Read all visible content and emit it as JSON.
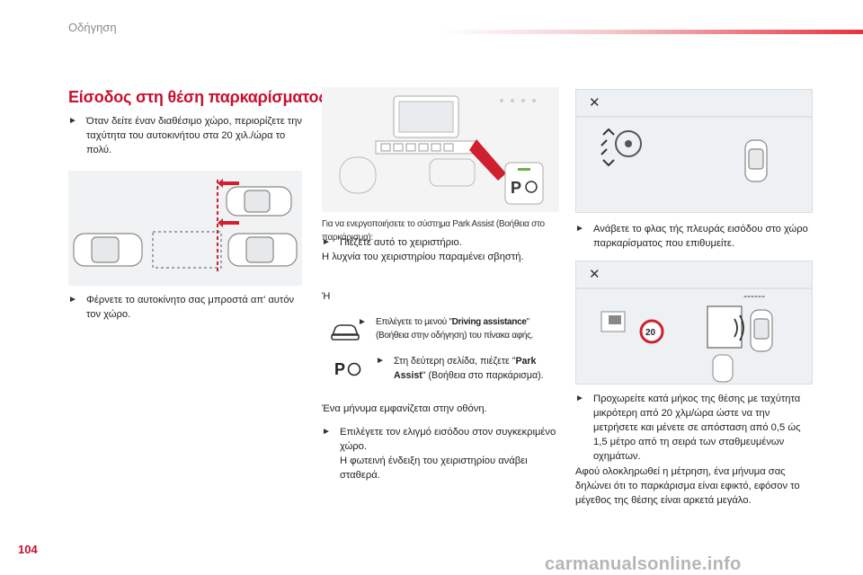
{
  "header": {
    "section": "Οδήγηση"
  },
  "title": "Είσοδος στη θέση παρκαρίσματος",
  "col1": {
    "p1_bullet": "",
    "p1": "Όταν δείτε έναν διαθέσιμο χώρο, περιορίζετε την ταχύτητα του αυτοκινήτου στα 20 χιλ./ώρα το πολύ.",
    "p2": "Φέρνετε το αυτοκίνητο σας μπροστά απ' αυτόν τον χώρο."
  },
  "col2": {
    "caption": "Για να ενεργοποιήσετε το σύστημα Park Assist (Βοήθεια στο παρκάρισμα):",
    "p1": "Πιέζετε αυτό το χειριστήριο.",
    "p1b": "Η λυχνία του χειριστηρίου παραμένει σβηστή.",
    "or": "Ή",
    "menu_pre": "Επιλέγετε το μενού \"",
    "menu_bold": "Driving assistance",
    "menu_post": "\" (Βοήθεια στην οδήγηση) του πίνακα αφής.",
    "page2_pre": "Στη δεύτερη σελίδα, πιέζετε \"",
    "page2_bold": "Park Assist",
    "page2_post": "\" (Βοήθεια στο παρκάρισμα).",
    "msg": "Ένα μήνυμα εμφανίζεται στην οθόνη.",
    "select1": "Επιλέγετε τον ελιγμό εισόδου στον συγκεκριμένο χώρο.",
    "select2": "Η φωτεινή ένδειξη του χειριστηρίου ανάβει σταθερά."
  },
  "col3": {
    "p1": "Ανάβετε το φλας τής πλευράς εισόδου στο χώρο παρκαρίσματος που επιθυμείτε.",
    "p2": "Προχωρείτε κατά μήκος της θέσης με ταχύτητα μικρότερη από 20 χλμ/ώρα ώστε να την μετρήσετε και μένετε σε απόσταση από 0,5 ώς 1,5 μέτρο από τη σειρά των σταθμευμένων οχημάτων.",
    "p3": "Αφού ολοκληρωθεί η μέτρηση, ένα μήνυμα σας δηλώνει ότι το παρκάρισμα είναι εφικτό, εφόσον το μέγεθος της θέσης είναι αρκετά μεγάλο.",
    "speed_sign": "20",
    "dashes": "------"
  },
  "page_number": "104",
  "footer": "carmanualsonline.info",
  "icons": {
    "bullet": "bullet-arrow-icon",
    "close": "close-icon",
    "park": "park-assist-icon"
  },
  "colors": {
    "accent": "#c8102e"
  }
}
